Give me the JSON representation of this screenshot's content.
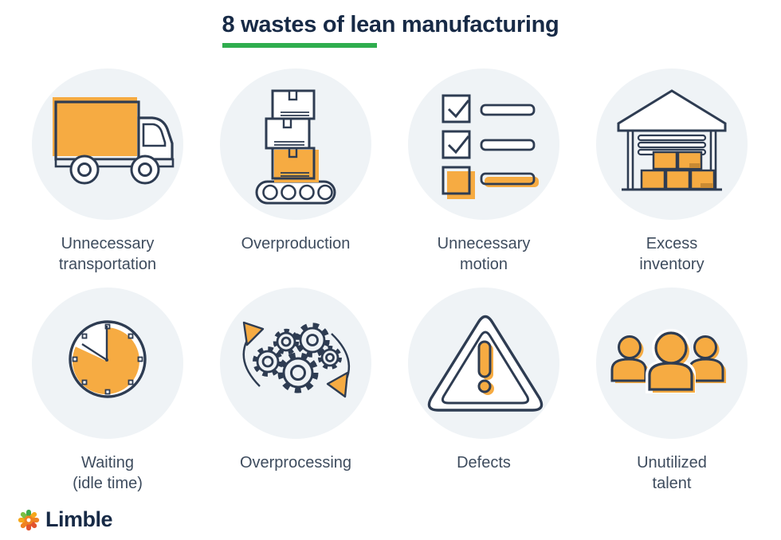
{
  "title": "8 wastes of lean manufacturing",
  "wastes": [
    {
      "label": "Unnecessary\ntransportation",
      "icon": "truck-icon"
    },
    {
      "label": "Overproduction",
      "icon": "boxes-conveyor-icon"
    },
    {
      "label": "Unnecessary\nmotion",
      "icon": "checklist-icon"
    },
    {
      "label": "Excess\ninventory",
      "icon": "warehouse-icon"
    },
    {
      "label": "Waiting\n(idle time)",
      "icon": "clock-icon"
    },
    {
      "label": "Overprocessing",
      "icon": "gears-icon"
    },
    {
      "label": "Defects",
      "icon": "warning-triangle-icon"
    },
    {
      "label": "Unutilized\ntalent",
      "icon": "people-icon"
    }
  ],
  "logo": {
    "name": "Limble"
  },
  "colors": {
    "accent_orange": "#f6ab42",
    "accent_orange_dark": "#c98a33",
    "accent_green": "#2fad4e",
    "icon_stroke_navy": "#2e3c52",
    "title_navy": "#172a46",
    "label_slate": "#3e4c5e",
    "circle_background": "#eff3f6"
  }
}
